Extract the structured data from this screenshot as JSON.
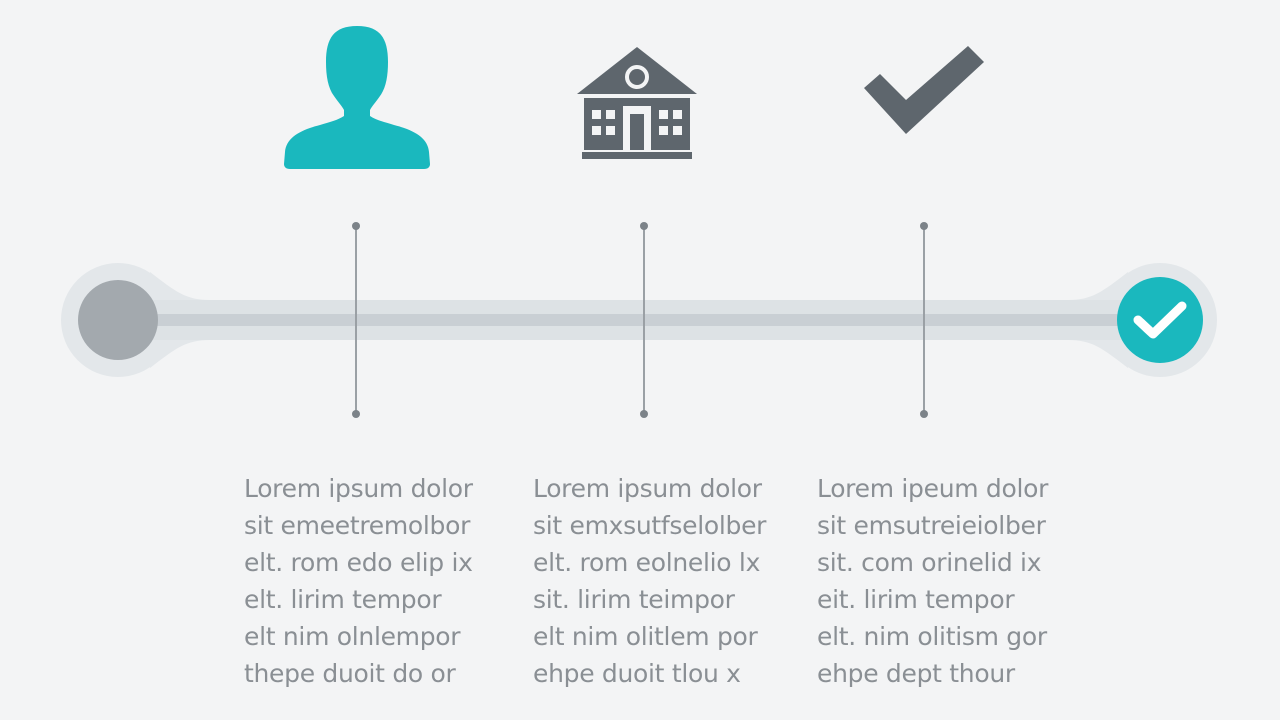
{
  "colors": {
    "background": "#f3f4f5",
    "accent": "#1ab8be",
    "icon_gray": "#5e666d",
    "track": "#d9dee2",
    "track_inner": "#c7cdd2",
    "start_node": "#a3a9ae",
    "text": "#8a8f94"
  },
  "steps": [
    {
      "icon": "person-icon",
      "lines": [
        "Lorem ipsum dolor",
        "sit emeetremolbor",
        "elt. rom edo elip ix",
        "elt. lirim tempor",
        "elt nim olnlempor",
        "thepe duoit do or"
      ]
    },
    {
      "icon": "building-icon",
      "lines": [
        "Lorem ipsum dolor",
        "sit emxsutfselolber",
        "elt. rom eolnelio lx",
        "sit. lirim teimpor",
        "elt nim olitlem por",
        "ehpe duoit tlou x"
      ]
    },
    {
      "icon": "checkmark-icon",
      "lines": [
        "Lorem ipeum dolor",
        "sit emsutreieiolber",
        "sit. com orinelid ix",
        "eit. lirim tempor",
        "elt. nim olitism gor",
        "ehpe dept thour"
      ]
    }
  ],
  "end_node": {
    "icon": "check-circle-icon",
    "state": "complete"
  }
}
